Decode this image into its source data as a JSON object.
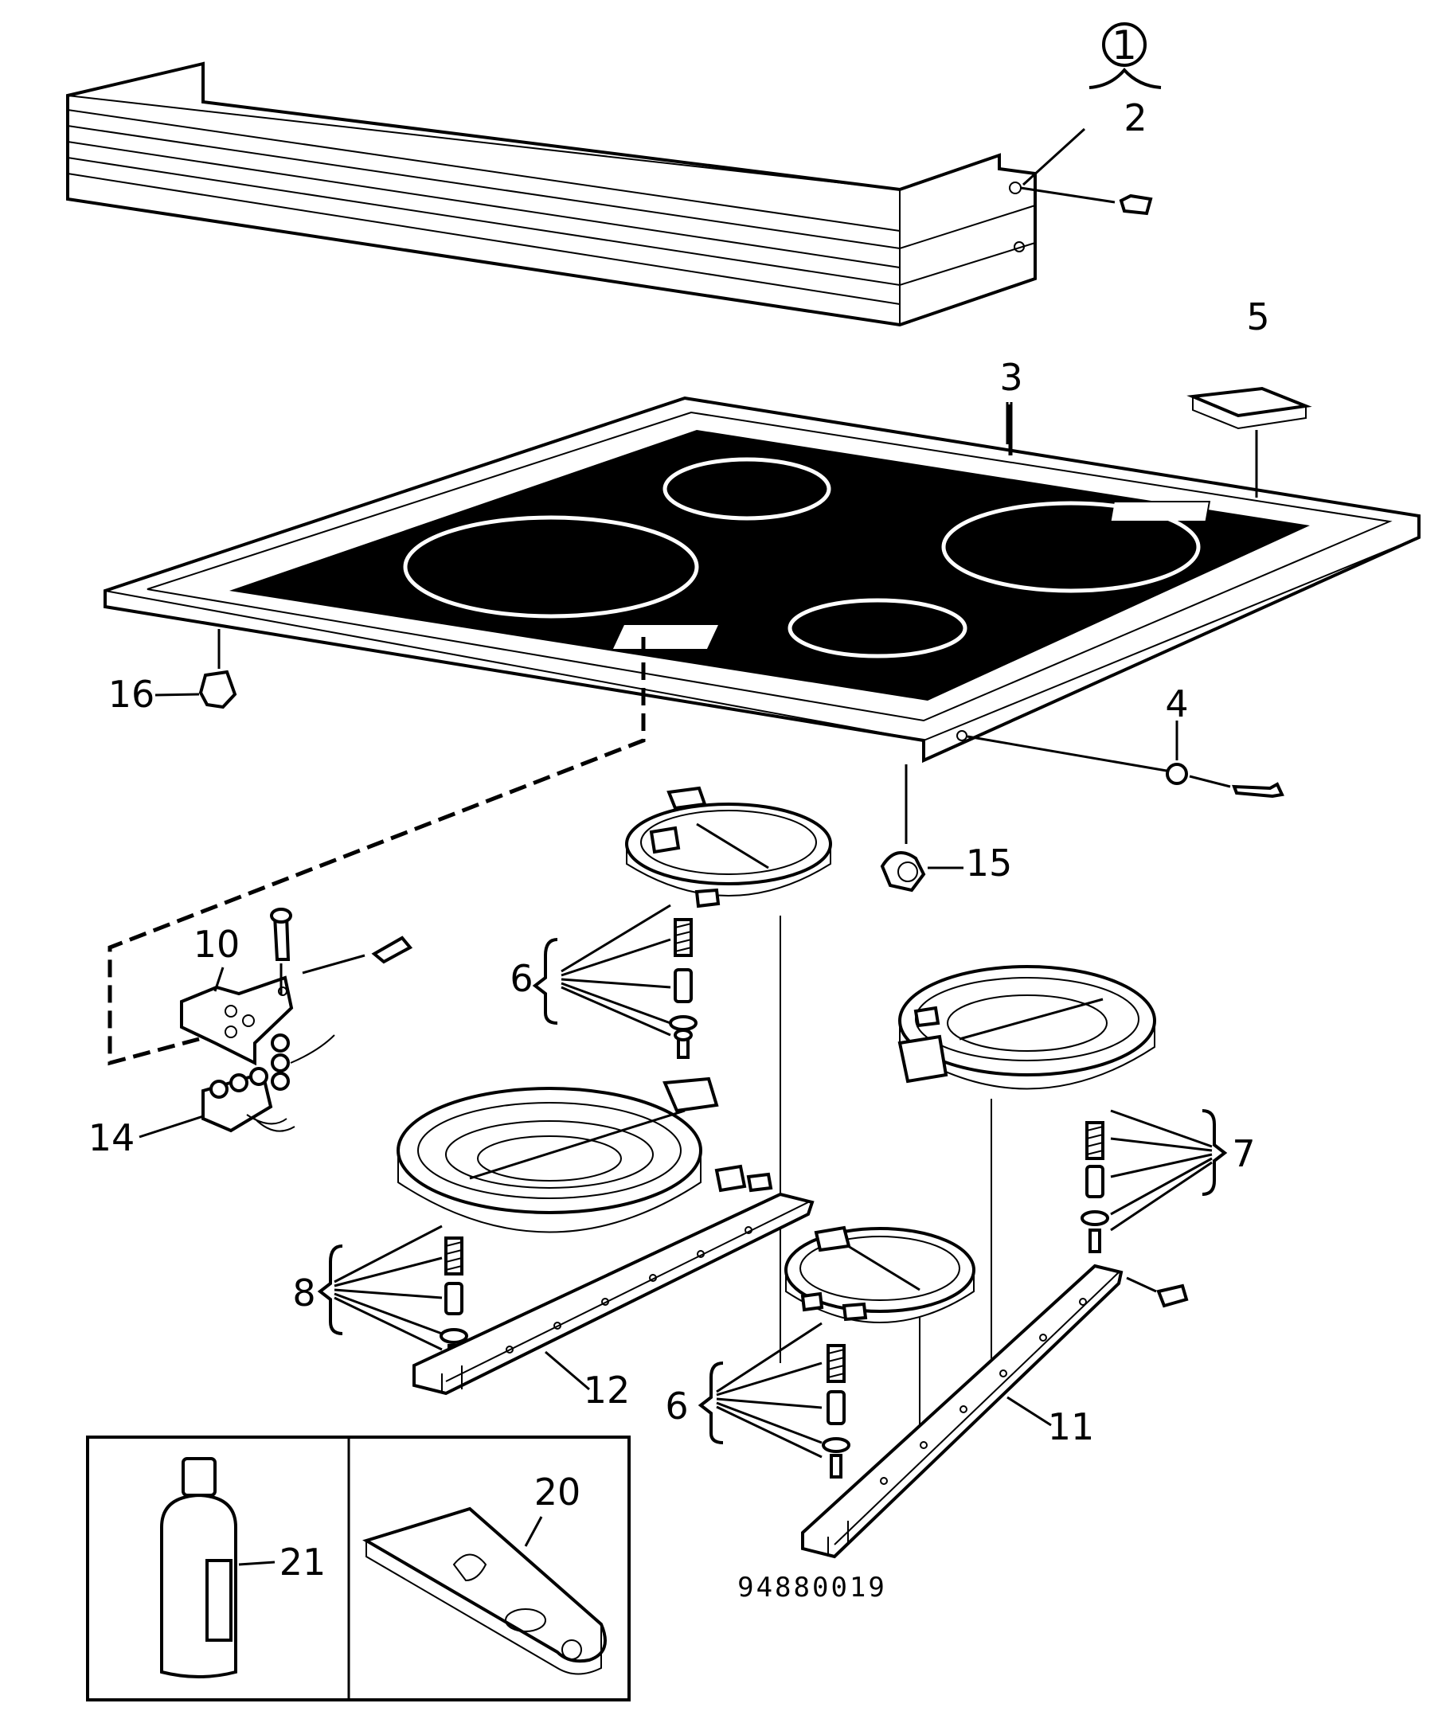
{
  "labels": {
    "assembly": "1",
    "p2": "2",
    "p3": "3",
    "p4": "4",
    "p5": "5",
    "p6a": "6",
    "p6b": "6",
    "p7": "7",
    "p8": "8",
    "p10": "10",
    "p11": "11",
    "p12": "12",
    "p14": "14",
    "p15": "15",
    "p16": "16",
    "p20": "20",
    "p21": "21"
  },
  "drawing_number": "94880019"
}
